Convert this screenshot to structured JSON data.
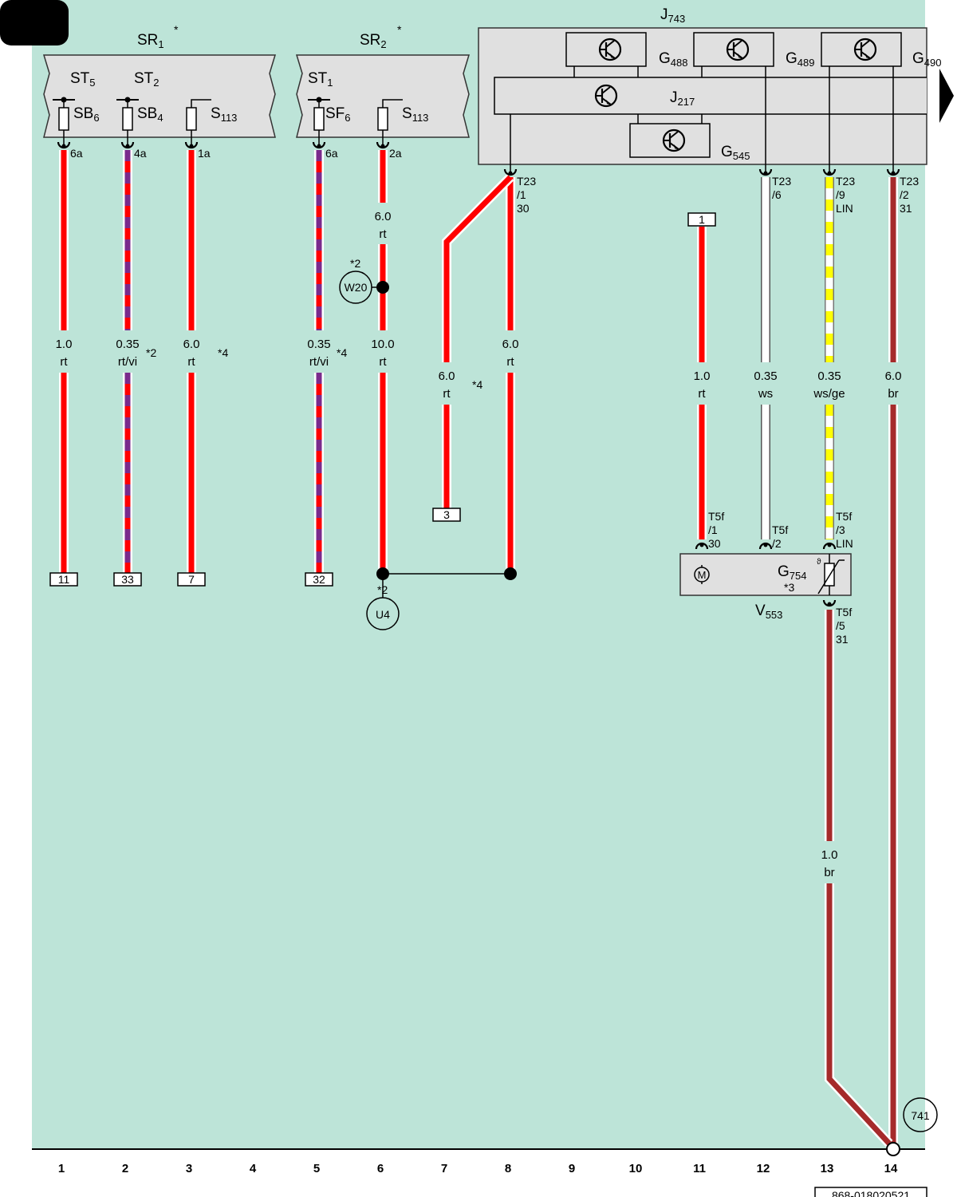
{
  "colors": {
    "background": "#bde4d8",
    "rt": "#ff0000",
    "br": "#a52a2a",
    "vi": "#7a2a8c",
    "ge": "#ffff00",
    "ws": "#ffffff",
    "box": "#e0e0e0"
  },
  "top": {
    "sr1": {
      "main": "SR",
      "sub": "1",
      "star": "*"
    },
    "sr2": {
      "main": "SR",
      "sub": "2",
      "star": "*"
    },
    "st5": {
      "main": "ST",
      "sub": "5"
    },
    "st2": {
      "main": "ST",
      "sub": "2"
    },
    "st1": {
      "main": "ST",
      "sub": "1"
    },
    "sb6": {
      "main": "SB",
      "sub": "6"
    },
    "sb4": {
      "main": "SB",
      "sub": "4"
    },
    "s113a": {
      "main": "S",
      "sub": "113"
    },
    "sf6": {
      "main": "SF",
      "sub": "6"
    },
    "s113b": {
      "main": "S",
      "sub": "113"
    }
  },
  "module": {
    "j743": {
      "main": "J",
      "sub": "743"
    },
    "g488": {
      "main": "G",
      "sub": "488"
    },
    "g489": {
      "main": "G",
      "sub": "489"
    },
    "g490": {
      "main": "G",
      "sub": "490"
    },
    "j217": {
      "main": "J",
      "sub": "217"
    },
    "g545": {
      "main": "G",
      "sub": "545"
    }
  },
  "pins": {
    "p6a_1": "6a",
    "p4a": "4a",
    "p1a": "1a",
    "p6a_5": "6a",
    "p2a": "2a",
    "t23_1": [
      "T23",
      "/1",
      "30"
    ],
    "t23_6": [
      "T23",
      "/6"
    ],
    "t23_9": [
      "T23",
      "/9",
      "LIN"
    ],
    "t23_2": [
      "T23",
      "/2",
      "31"
    ],
    "t5f_1": [
      "T5f",
      "/1",
      "30"
    ],
    "t5f_2": [
      "T5f",
      "/2"
    ],
    "t5f_3": [
      "T5f",
      "/3",
      "LIN"
    ],
    "t5f_5": [
      "T5f",
      "/5",
      "31"
    ]
  },
  "wires": {
    "w1": [
      "1.0",
      "rt"
    ],
    "w2": [
      "0.35",
      "rt/vi"
    ],
    "w3": [
      "6.0",
      "rt"
    ],
    "w5": [
      "0.35",
      "rt/vi"
    ],
    "w6a": [
      "6.0",
      "rt"
    ],
    "w6b": [
      "10.0",
      "rt"
    ],
    "w7": [
      "6.0",
      "rt"
    ],
    "w8": [
      "6.0",
      "rt"
    ],
    "w11": [
      "1.0",
      "rt"
    ],
    "w12": [
      "0.35",
      "ws"
    ],
    "w13": [
      "0.35",
      "ws/ge"
    ],
    "w14": [
      "6.0",
      "br"
    ],
    "w13b": [
      "1.0",
      "br"
    ]
  },
  "notes": {
    "n2a": "*2",
    "n4a": "*4",
    "n4b": "*4",
    "n2w": "*2",
    "n4c": "*4",
    "n2u": "*2",
    "n3": "*3"
  },
  "terminals": [
    "11",
    "33",
    "7",
    "32",
    "3",
    "1"
  ],
  "circles": {
    "w20": "W20",
    "u4": "U4",
    "c741": "741"
  },
  "device": {
    "v553": {
      "main": "V",
      "sub": "553"
    },
    "g754": {
      "main": "G",
      "sub": "754"
    },
    "motor": "M",
    "theta": "ϑ"
  },
  "columns": [
    "1",
    "2",
    "3",
    "4",
    "5",
    "6",
    "7",
    "8",
    "9",
    "10",
    "11",
    "12",
    "13",
    "14"
  ],
  "footer": {
    "ref": "868-018020521"
  }
}
